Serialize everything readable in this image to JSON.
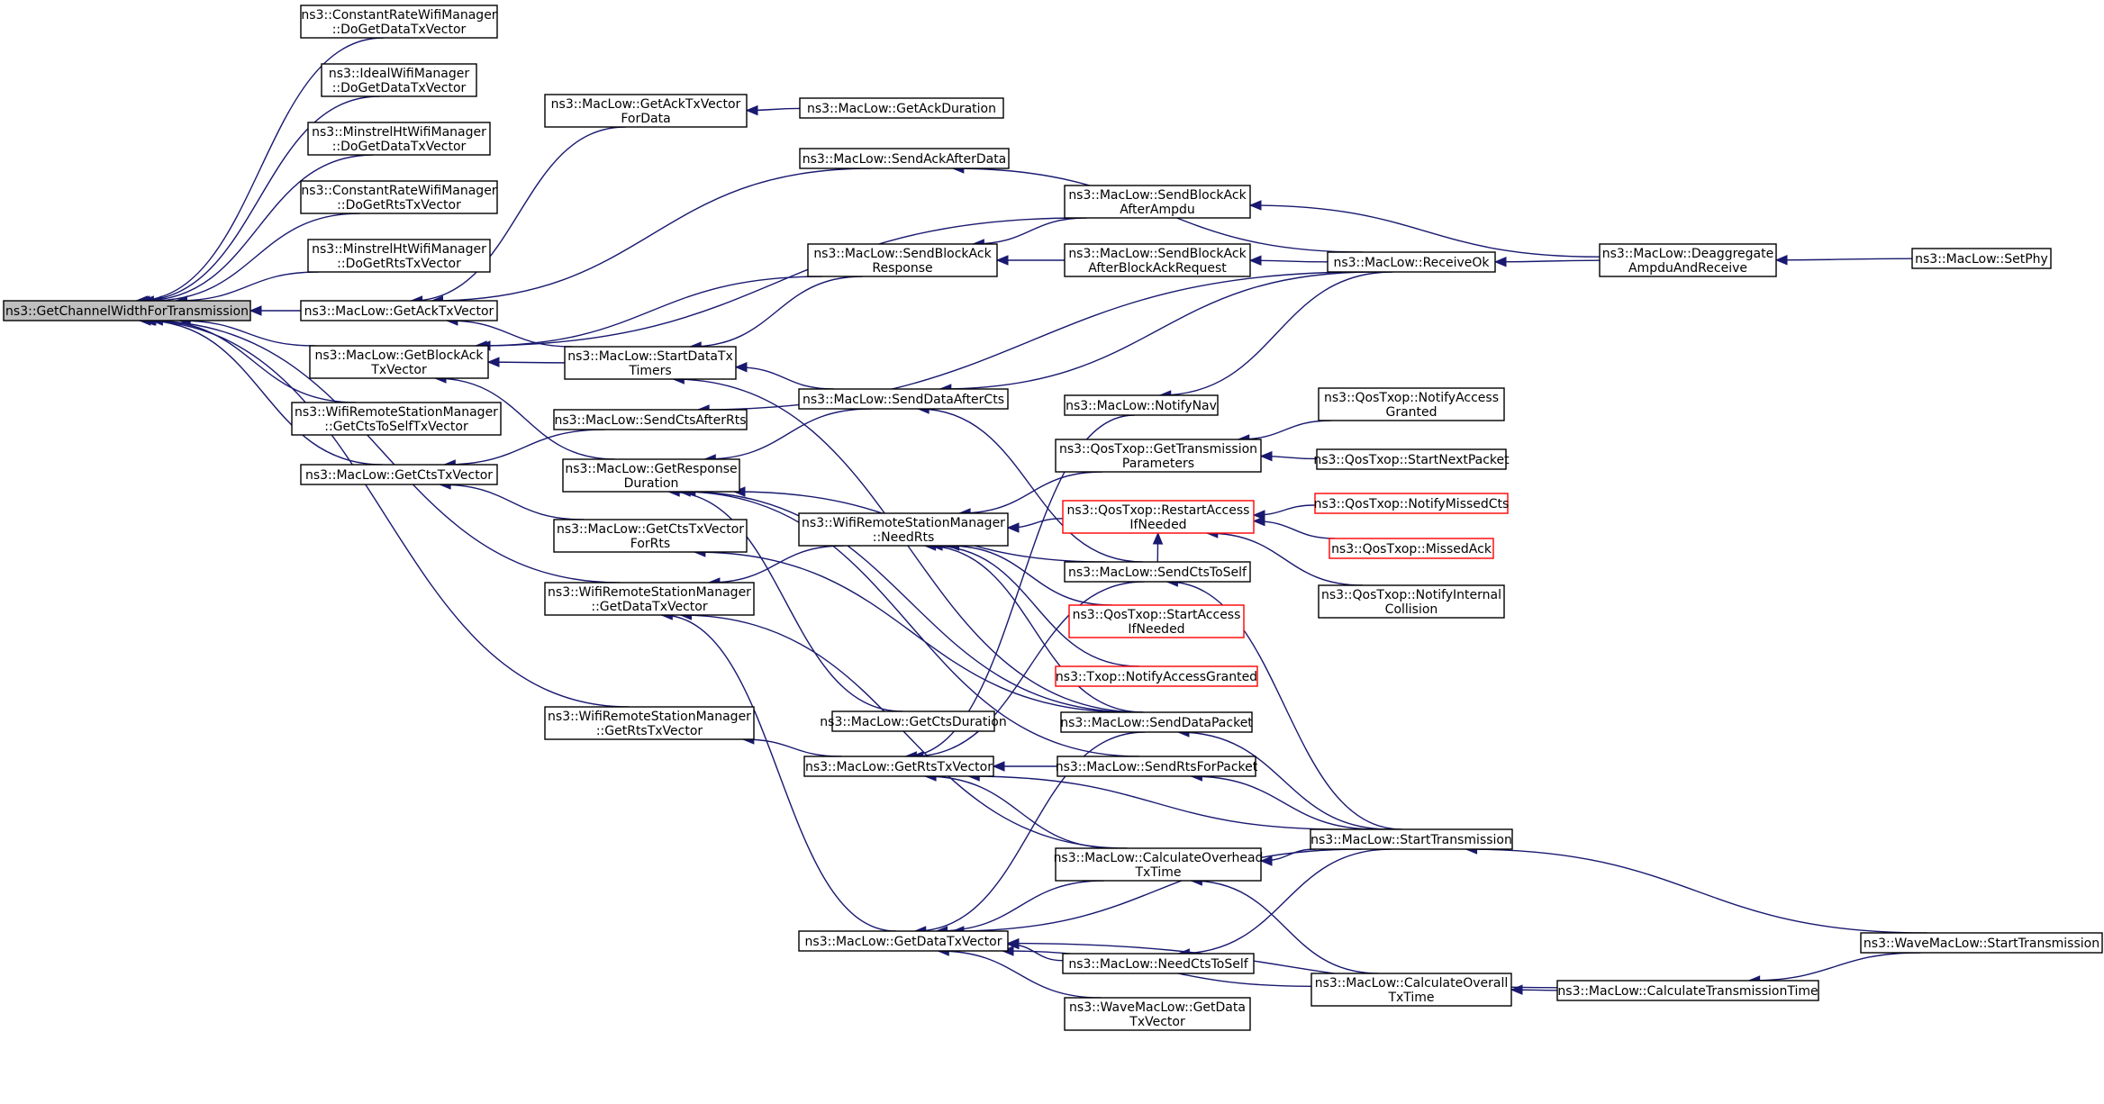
{
  "title": "",
  "nodes": {
    "get_channel_width": {
      "lines": [
        "ns3::GetChannelWidthForTransmission"
      ],
      "root": true
    },
    "crwm_data": {
      "lines": [
        "ns3::ConstantRateWifiManager",
        "::DoGetDataTxVector"
      ]
    },
    "ideal_data": {
      "lines": [
        "ns3::IdealWifiManager",
        "::DoGetDataTxVector"
      ]
    },
    "minstrel_data": {
      "lines": [
        "ns3::MinstrelHtWifiManager",
        "::DoGetDataTxVector"
      ]
    },
    "crwm_rts": {
      "lines": [
        "ns3::ConstantRateWifiManager",
        "::DoGetRtsTxVector"
      ]
    },
    "minstrel_rts": {
      "lines": [
        "ns3::MinstrelHtWifiManager",
        "::DoGetRtsTxVector"
      ]
    },
    "get_ack_txv": {
      "lines": [
        "ns3::MacLow::GetAckTxVector"
      ]
    },
    "get_block_ack_txv": {
      "lines": [
        "ns3::MacLow::GetBlockAck",
        "TxVector"
      ]
    },
    "wrsm_cts_to_self": {
      "lines": [
        "ns3::WifiRemoteStationManager",
        "::GetCtsToSelfTxVector"
      ]
    },
    "get_cts_txv": {
      "lines": [
        "ns3::MacLow::GetCtsTxVector"
      ]
    },
    "wrsm_data_txv": {
      "lines": [
        "ns3::WifiRemoteStationManager",
        "::GetDataTxVector"
      ]
    },
    "wrsm_rts_txv": {
      "lines": [
        "ns3::WifiRemoteStationManager",
        "::GetRtsTxVector"
      ]
    },
    "get_ack_txv_for_data": {
      "lines": [
        "ns3::MacLow::GetAckTxVector",
        "ForData"
      ]
    },
    "start_data_tx_timers": {
      "lines": [
        "ns3::MacLow::StartDataTx",
        "Timers"
      ]
    },
    "send_cts_after_rts": {
      "lines": [
        "ns3::MacLow::SendCtsAfterRts"
      ]
    },
    "get_response_duration": {
      "lines": [
        "ns3::MacLow::GetResponse",
        "Duration"
      ]
    },
    "get_cts_txv_for_rts": {
      "lines": [
        "ns3::MacLow::GetCtsTxVector",
        "ForRts"
      ]
    },
    "get_ack_duration": {
      "lines": [
        "ns3::MacLow::GetAckDuration"
      ]
    },
    "send_ack_after_data": {
      "lines": [
        "ns3::MacLow::SendAckAfterData"
      ]
    },
    "send_block_ack_response": {
      "lines": [
        "ns3::MacLow::SendBlockAck",
        "Response"
      ]
    },
    "send_data_after_cts": {
      "lines": [
        "ns3::MacLow::SendDataAfterCts"
      ]
    },
    "wrsm_need_rts": {
      "lines": [
        "ns3::WifiRemoteStationManager",
        "::NeedRts"
      ]
    },
    "get_cts_duration": {
      "lines": [
        "ns3::MacLow::GetCtsDuration"
      ]
    },
    "get_rts_txv": {
      "lines": [
        "ns3::MacLow::GetRtsTxVector"
      ]
    },
    "get_data_txv": {
      "lines": [
        "ns3::MacLow::GetDataTxVector"
      ]
    },
    "send_block_ack_after_ampdu": {
      "lines": [
        "ns3::MacLow::SendBlockAck",
        "AfterAmpdu"
      ]
    },
    "send_block_ack_after_bar": {
      "lines": [
        "ns3::MacLow::SendBlockAck",
        "AfterBlockAckRequest"
      ]
    },
    "notify_nav": {
      "lines": [
        "ns3::MacLow::NotifyNav"
      ]
    },
    "get_transmission_params": {
      "lines": [
        "ns3::QosTxop::GetTransmission",
        "Parameters"
      ]
    },
    "restart_access_if_needed": {
      "lines": [
        "ns3::QosTxop::RestartAccess",
        "IfNeeded"
      ],
      "truncated": true
    },
    "send_cts_to_self": {
      "lines": [
        "ns3::MacLow::SendCtsToSelf"
      ]
    },
    "start_access_if_needed": {
      "lines": [
        "ns3::QosTxop::StartAccess",
        "IfNeeded"
      ],
      "truncated": true
    },
    "txop_notify_access_granted": {
      "lines": [
        "ns3::Txop::NotifyAccessGranted"
      ],
      "truncated": true
    },
    "send_data_packet": {
      "lines": [
        "ns3::MacLow::SendDataPacket"
      ]
    },
    "send_rts_for_packet": {
      "lines": [
        "ns3::MacLow::SendRtsForPacket"
      ]
    },
    "calc_overhead_tx_time": {
      "lines": [
        "ns3::MacLow::CalculateOverhead",
        "TxTime"
      ]
    },
    "need_cts_to_self": {
      "lines": [
        "ns3::MacLow::NeedCtsToSelf"
      ]
    },
    "wave_get_data_txv": {
      "lines": [
        "ns3::WaveMacLow::GetData",
        "TxVector"
      ]
    },
    "receive_ok": {
      "lines": [
        "ns3::MacLow::ReceiveOk"
      ]
    },
    "start_transmission": {
      "lines": [
        "ns3::MacLow::StartTransmission"
      ]
    },
    "calc_overall_tx_time": {
      "lines": [
        "ns3::MacLow::CalculateOverall",
        "TxTime"
      ]
    },
    "qos_notify_access_granted": {
      "lines": [
        "ns3::QosTxop::NotifyAccess",
        "Granted"
      ]
    },
    "qos_start_next_packet": {
      "lines": [
        "ns3::QosTxop::StartNextPacket"
      ]
    },
    "qos_notify_missed_cts": {
      "lines": [
        "ns3::QosTxop::NotifyMissedCts"
      ],
      "truncated": true
    },
    "qos_missed_ack": {
      "lines": [
        "ns3::QosTxop::MissedAck"
      ],
      "truncated": true
    },
    "qos_notify_internal_collision": {
      "lines": [
        "ns3::QosTxop::NotifyInternal",
        "Collision"
      ]
    },
    "deaggregate_ampdu": {
      "lines": [
        "ns3::MacLow::Deaggregate",
        "AmpduAndReceive"
      ]
    },
    "calc_transmission_time": {
      "lines": [
        "ns3::MacLow::CalculateTransmissionTime"
      ]
    },
    "set_phy": {
      "lines": [
        "ns3::MacLow::SetPhy"
      ]
    },
    "wave_start_transmission": {
      "lines": [
        "ns3::WaveMacLow::StartTransmission"
      ]
    }
  },
  "edges": [
    [
      "get_channel_width",
      "crwm_data"
    ],
    [
      "get_channel_width",
      "ideal_data"
    ],
    [
      "get_channel_width",
      "minstrel_data"
    ],
    [
      "get_channel_width",
      "crwm_rts"
    ],
    [
      "get_channel_width",
      "minstrel_rts"
    ],
    [
      "get_channel_width",
      "get_ack_txv"
    ],
    [
      "get_channel_width",
      "get_block_ack_txv"
    ],
    [
      "get_channel_width",
      "wrsm_cts_to_self"
    ],
    [
      "get_channel_width",
      "get_cts_txv"
    ],
    [
      "get_channel_width",
      "wrsm_data_txv"
    ],
    [
      "get_channel_width",
      "wrsm_rts_txv"
    ],
    [
      "get_ack_txv",
      "get_ack_txv_for_data"
    ],
    [
      "get_ack_txv",
      "send_ack_after_data"
    ],
    [
      "get_ack_txv",
      "start_data_tx_timers"
    ],
    [
      "get_ack_txv_for_data",
      "get_ack_duration"
    ],
    [
      "get_block_ack_txv",
      "send_block_ack_after_ampdu"
    ],
    [
      "get_block_ack_txv",
      "send_block_ack_response"
    ],
    [
      "get_block_ack_txv",
      "start_data_tx_timers"
    ],
    [
      "get_block_ack_txv",
      "get_response_duration"
    ],
    [
      "get_cts_txv",
      "send_cts_after_rts"
    ],
    [
      "get_cts_txv",
      "get_cts_txv_for_rts"
    ],
    [
      "wrsm_data_txv",
      "wrsm_need_rts"
    ],
    [
      "wrsm_data_txv",
      "get_data_txv"
    ],
    [
      "wrsm_data_txv",
      "calc_overhead_tx_time"
    ],
    [
      "wrsm_rts_txv",
      "get_rts_txv"
    ],
    [
      "start_data_tx_timers",
      "send_block_ack_response"
    ],
    [
      "start_data_tx_timers",
      "send_data_after_cts"
    ],
    [
      "start_data_tx_timers",
      "send_data_packet"
    ],
    [
      "send_cts_after_rts",
      "receive_ok"
    ],
    [
      "get_response_duration",
      "send_data_after_cts"
    ],
    [
      "get_response_duration",
      "send_cts_to_self"
    ],
    [
      "get_response_duration",
      "send_data_packet"
    ],
    [
      "get_response_duration",
      "send_rts_for_packet"
    ],
    [
      "get_response_duration",
      "get_cts_duration"
    ],
    [
      "get_cts_txv_for_rts",
      "send_data_packet"
    ],
    [
      "send_ack_after_data",
      "receive_ok"
    ],
    [
      "send_block_ack_response",
      "send_block_ack_after_ampdu"
    ],
    [
      "send_block_ack_response",
      "send_block_ack_after_bar"
    ],
    [
      "send_data_after_cts",
      "receive_ok"
    ],
    [
      "send_data_after_cts",
      "send_cts_to_self"
    ],
    [
      "wrsm_need_rts",
      "get_transmission_params"
    ],
    [
      "wrsm_need_rts",
      "restart_access_if_needed"
    ],
    [
      "wrsm_need_rts",
      "start_access_if_needed"
    ],
    [
      "wrsm_need_rts",
      "txop_notify_access_granted"
    ],
    [
      "wrsm_need_rts",
      "send_data_packet"
    ],
    [
      "get_rts_txv",
      "notify_nav"
    ],
    [
      "get_rts_txv",
      "send_cts_to_self"
    ],
    [
      "get_rts_txv",
      "send_rts_for_packet"
    ],
    [
      "get_rts_txv",
      "calc_overhead_tx_time"
    ],
    [
      "get_rts_txv",
      "start_transmission"
    ],
    [
      "get_data_txv",
      "calc_overhead_tx_time"
    ],
    [
      "get_data_txv",
      "need_cts_to_self"
    ],
    [
      "get_data_txv",
      "wave_get_data_txv"
    ],
    [
      "get_data_txv",
      "start_transmission"
    ],
    [
      "get_data_txv",
      "calc_overall_tx_time"
    ],
    [
      "get_data_txv",
      "calc_transmission_time"
    ],
    [
      "get_data_txv",
      "send_data_packet"
    ],
    [
      "send_block_ack_after_ampdu",
      "deaggregate_ampdu"
    ],
    [
      "send_block_ack_after_bar",
      "receive_ok"
    ],
    [
      "notify_nav",
      "receive_ok"
    ],
    [
      "get_transmission_params",
      "qos_notify_access_granted"
    ],
    [
      "get_transmission_params",
      "qos_start_next_packet"
    ],
    [
      "restart_access_if_needed",
      "qos_notify_missed_cts"
    ],
    [
      "restart_access_if_needed",
      "qos_missed_ack"
    ],
    [
      "restart_access_if_needed",
      "qos_notify_internal_collision"
    ],
    [
      "restart_access_if_needed",
      "send_cts_to_self"
    ],
    [
      "send_cts_to_self",
      "start_transmission"
    ],
    [
      "send_data_packet",
      "start_transmission"
    ],
    [
      "send_rts_for_packet",
      "start_transmission"
    ],
    [
      "calc_overhead_tx_time",
      "start_transmission"
    ],
    [
      "calc_overhead_tx_time",
      "calc_overall_tx_time"
    ],
    [
      "need_cts_to_self",
      "start_transmission"
    ],
    [
      "receive_ok",
      "deaggregate_ampdu"
    ],
    [
      "start_transmission",
      "wave_start_transmission"
    ],
    [
      "calc_overall_tx_time",
      "calc_transmission_time"
    ],
    [
      "deaggregate_ampdu",
      "set_phy"
    ],
    [
      "calc_transmission_time",
      "wave_start_transmission"
    ]
  ]
}
